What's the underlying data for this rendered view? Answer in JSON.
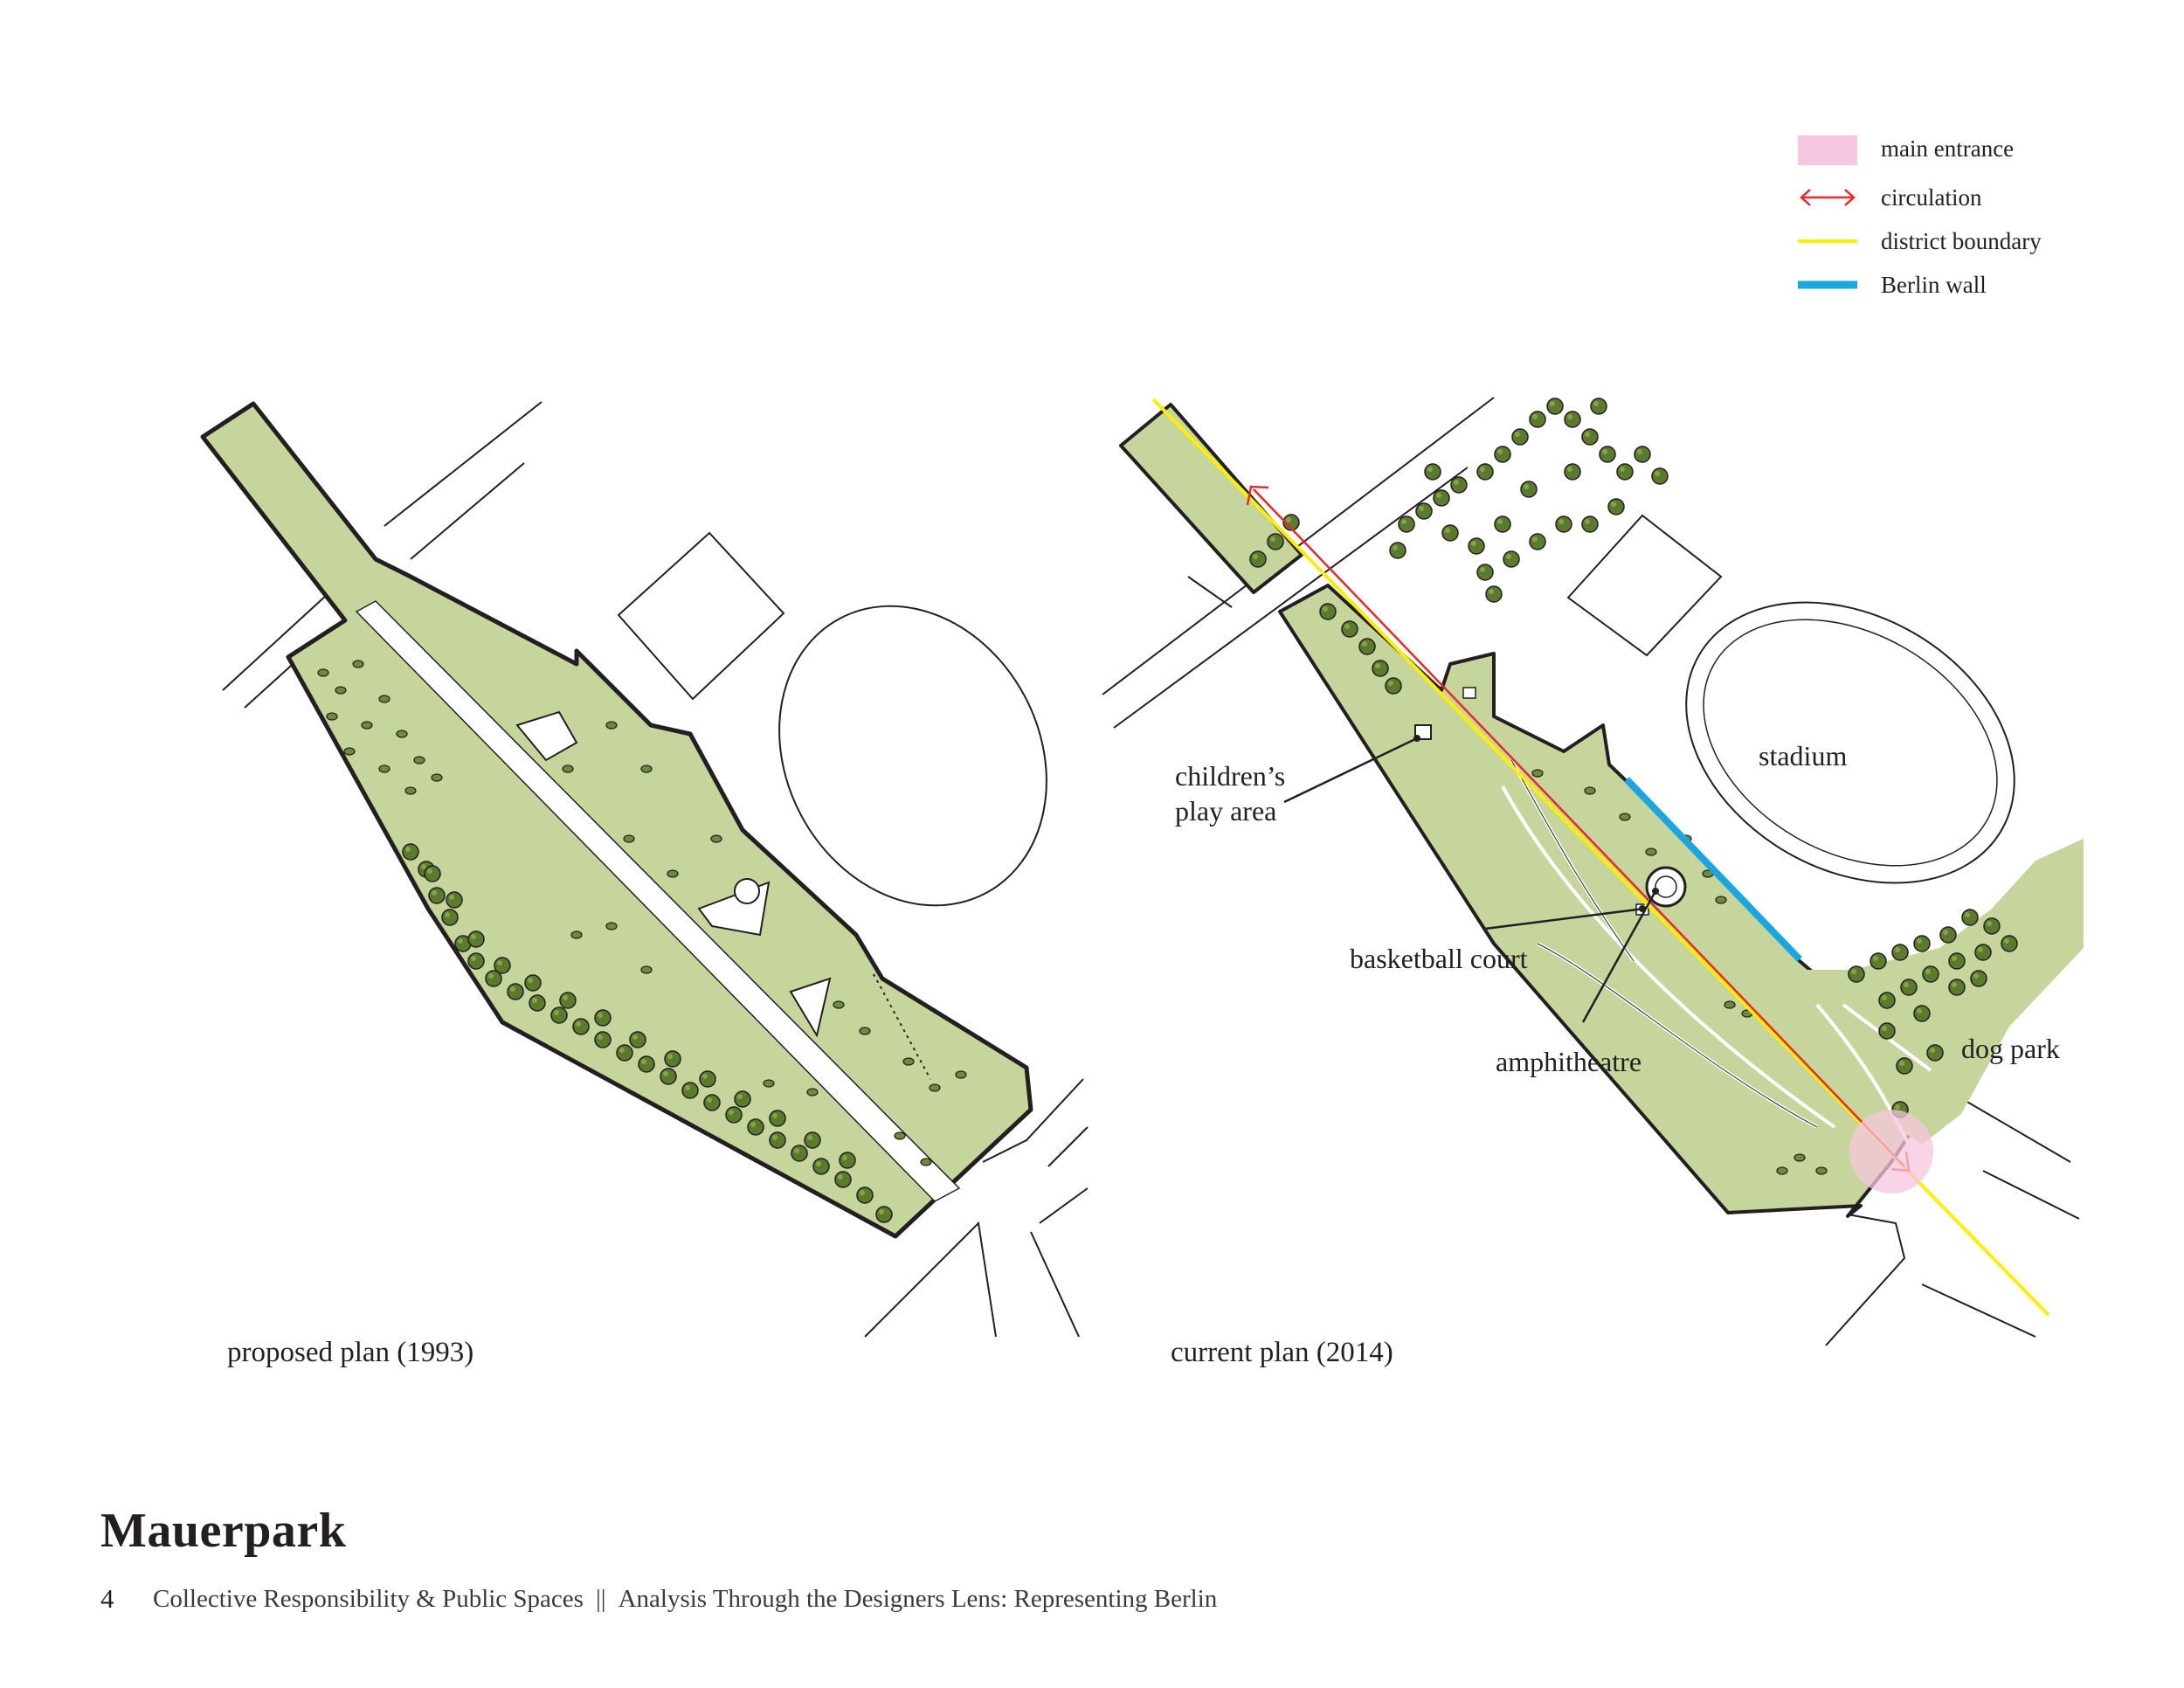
{
  "legend": {
    "items": [
      {
        "label": "main entrance",
        "color": "#f7c6df",
        "icon": "pink-square"
      },
      {
        "label": "circulation",
        "color": "#e8292b",
        "icon": "double-arrow"
      },
      {
        "label": "district boundary",
        "color": "#ffee00",
        "icon": "line"
      },
      {
        "label": "Berlin wall",
        "color": "#1ba6e0",
        "icon": "thick-line"
      }
    ]
  },
  "plans": {
    "proposed": {
      "caption": "proposed plan (1993)"
    },
    "current": {
      "caption": "current plan (2014)",
      "labels": {
        "children_play_line1": "children’s",
        "children_play_line2": "play area",
        "stadium": "stadium",
        "basketball": "basketball court",
        "amphitheatre": "amphitheatre",
        "dog_park": "dog park"
      }
    }
  },
  "colors": {
    "park": "#c5d59b",
    "trees": "#5c7a2e",
    "outline": "#231f20"
  },
  "footer": {
    "title": "Mauerpark",
    "page_number": "4",
    "running_head_left": "Collective Responsibility & Public Spaces",
    "separator": "||",
    "running_head_right": "Analysis Through the Designers Lens: Representing Berlin"
  }
}
